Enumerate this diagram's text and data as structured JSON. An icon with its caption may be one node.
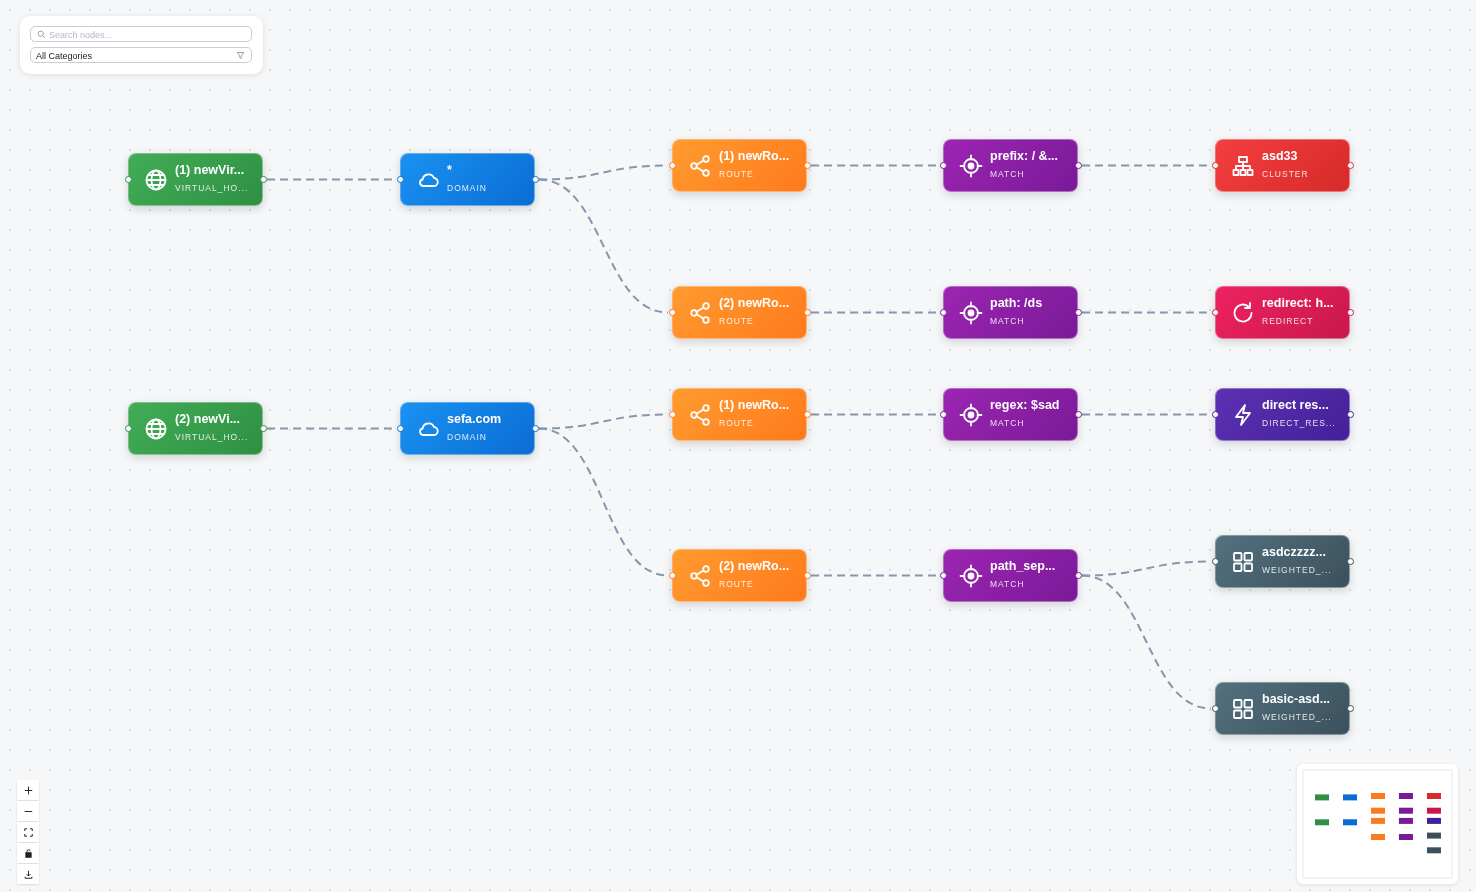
{
  "diagram": {
    "nodes": [
      {
        "text": [
          "(1) newVir...",
          "VIRTUAL_HO..."
        ]
      },
      {
        "text": [
          "*",
          "DOMAIN"
        ]
      },
      {
        "text": [
          "(1) newRo...",
          "ROUTE"
        ]
      },
      {
        "text": [
          "prefix: / &...",
          "MATCH"
        ]
      },
      {
        "text": [
          "asd33",
          "CLUSTER"
        ]
      },
      {
        "text": [
          "(2) newRo...",
          "ROUTE"
        ]
      },
      {
        "text": [
          "path: /ds",
          "MATCH"
        ]
      },
      {
        "text": [
          "redirect: h...",
          "REDIRECT"
        ]
      },
      {
        "text": [
          "(2) newVi...",
          "VIRTUAL_HO..."
        ]
      },
      {
        "text": [
          "sefa.com",
          "DOMAIN"
        ]
      },
      {
        "text": [
          "(1) newRo...",
          "ROUTE"
        ]
      },
      {
        "text": [
          "regex: $sad",
          "MATCH"
        ]
      },
      {
        "text": [
          "direct res...",
          "DIRECT_RES..."
        ]
      },
      {
        "text": [
          "(2) newRo...",
          "ROUTE"
        ]
      },
      {
        "text": [
          "path_sep...",
          "MATCH"
        ]
      },
      {
        "text": [
          "asdczzzz...",
          "WEIGHTED_..."
        ]
      },
      {
        "text": [
          "basic-asd...",
          "WEIGHTED_..."
        ]
      }
    ],
    "edges": [
      {
        "from": 0,
        "to": 1,
        "arrow": "none",
        "style": "dashed"
      },
      {
        "from": 1,
        "to": 2,
        "arrow": "none",
        "style": "dashed"
      },
      {
        "from": 1,
        "to": 5,
        "arrow": "none",
        "style": "dashed"
      },
      {
        "from": 2,
        "to": 3,
        "arrow": "none",
        "style": "dashed"
      },
      {
        "from": 3,
        "to": 4,
        "arrow": "none",
        "style": "dashed"
      },
      {
        "from": 5,
        "to": 6,
        "arrow": "none",
        "style": "dashed"
      },
      {
        "from": 6,
        "to": 7,
        "arrow": "none",
        "style": "dashed"
      },
      {
        "from": 8,
        "to": 9,
        "arrow": "none",
        "style": "dashed"
      },
      {
        "from": 9,
        "to": 10,
        "arrow": "none",
        "style": "dashed"
      },
      {
        "from": 9,
        "to": 13,
        "arrow": "none",
        "style": "dashed"
      },
      {
        "from": 10,
        "to": 11,
        "arrow": "none",
        "style": "dashed"
      },
      {
        "from": 11,
        "to": 12,
        "arrow": "none",
        "style": "dashed"
      },
      {
        "from": 13,
        "to": 14,
        "arrow": "none",
        "style": "dashed"
      },
      {
        "from": 14,
        "to": 15,
        "arrow": "none",
        "style": "dashed"
      },
      {
        "from": 14,
        "to": 16,
        "arrow": "none",
        "style": "dashed"
      }
    ],
    "labels": [
      "Search nodes...",
      "All Categories"
    ]
  }
}
